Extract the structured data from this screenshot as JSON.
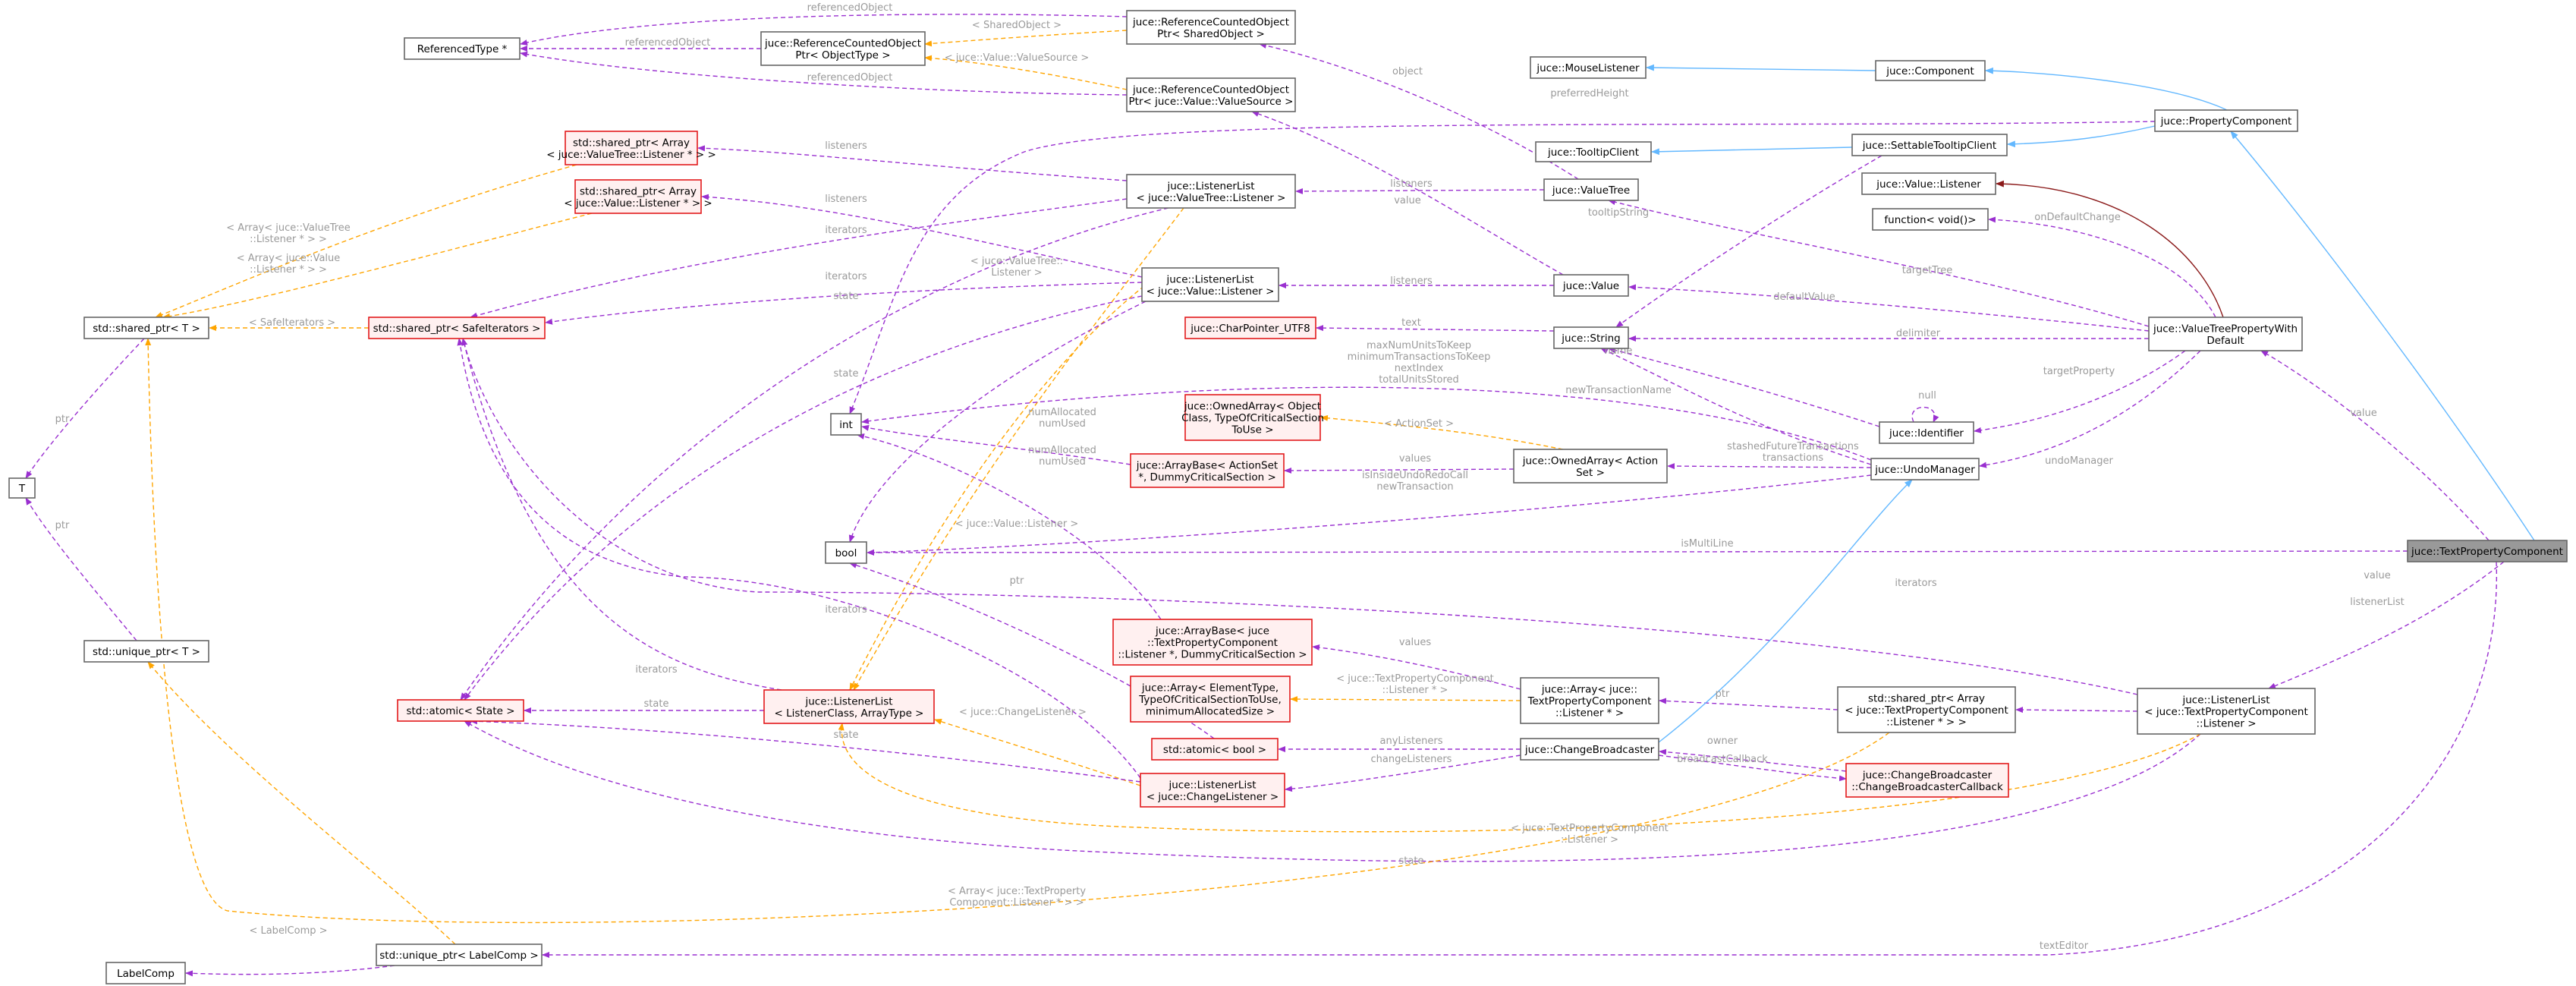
{
  "colors": {
    "member": "#9a30d0",
    "template": "#ffa500",
    "inherit": "#63b8ff",
    "private_inherit": "#8b1a1a",
    "node_border": "#666666",
    "node_error_border": "#e31a1c",
    "main_fill": "#999999"
  },
  "nodes": [
    {
      "id": "referencedtype",
      "lines": [
        "ReferencedType *"
      ]
    },
    {
      "id": "refcounted-objecttype",
      "lines": [
        "juce::ReferenceCountedObject",
        "Ptr< ObjectType >"
      ]
    },
    {
      "id": "refcounted-sharedobject",
      "lines": [
        "juce::ReferenceCountedObject",
        "Ptr< SharedObject >"
      ]
    },
    {
      "id": "refcounted-valuesource",
      "lines": [
        "juce::ReferenceCountedObject",
        "Ptr< juce::Value::ValueSource >"
      ]
    },
    {
      "id": "mouselistener",
      "lines": [
        "juce::MouseListener"
      ]
    },
    {
      "id": "component",
      "lines": [
        "juce::Component"
      ]
    },
    {
      "id": "propertycomponent",
      "lines": [
        "juce::PropertyComponent"
      ]
    },
    {
      "id": "tooltipclient",
      "lines": [
        "juce::TooltipClient"
      ]
    },
    {
      "id": "settabletooltipclient",
      "lines": [
        "juce::SettableTooltipClient"
      ]
    },
    {
      "id": "value-listener",
      "lines": [
        "juce::Value::Listener"
      ]
    },
    {
      "id": "function-void",
      "lines": [
        "function< void()>"
      ]
    },
    {
      "id": "sharedptr-valuetree-listener",
      "lines": [
        "std::shared_ptr< Array",
        "< juce::ValueTree::Listener * > >"
      ],
      "red": true
    },
    {
      "id": "sharedptr-value-listener",
      "lines": [
        "std::shared_ptr< Array",
        "< juce::Value::Listener * > >"
      ],
      "red": true
    },
    {
      "id": "listenerlist-valuetree",
      "lines": [
        "juce::ListenerList",
        "< juce::ValueTree::Listener >"
      ]
    },
    {
      "id": "valuetree",
      "lines": [
        "juce::ValueTree"
      ]
    },
    {
      "id": "listenerlist-value",
      "lines": [
        "juce::ListenerList",
        "< juce::Value::Listener >"
      ]
    },
    {
      "id": "value",
      "lines": [
        "juce::Value"
      ]
    },
    {
      "id": "sharedptr-t",
      "lines": [
        "std::shared_ptr< T >"
      ]
    },
    {
      "id": "sharedptr-safeiterators",
      "lines": [
        "std::shared_ptr< SafeIterators >"
      ],
      "red": true
    },
    {
      "id": "charpointer-utf8",
      "lines": [
        "juce::CharPointer_UTF8"
      ],
      "red": true
    },
    {
      "id": "string",
      "lines": [
        "juce::String"
      ]
    },
    {
      "id": "valuetreepropertywithdefault",
      "lines": [
        "juce::ValueTreePropertyWith",
        "Default"
      ]
    },
    {
      "id": "t",
      "lines": [
        "T"
      ]
    },
    {
      "id": "int",
      "lines": [
        "int"
      ]
    },
    {
      "id": "ownedarray-object",
      "lines": [
        "juce::OwnedArray< Object",
        "Class, TypeOfCriticalSection",
        "ToUse >"
      ],
      "red": true
    },
    {
      "id": "identifier",
      "lines": [
        "juce::Identifier"
      ]
    },
    {
      "id": "arraybase-actionset",
      "lines": [
        "juce::ArrayBase< ActionSet",
        "*, DummyCriticalSection >"
      ],
      "red": true
    },
    {
      "id": "ownedarray-actionset",
      "lines": [
        "juce::OwnedArray< Action",
        "Set >"
      ]
    },
    {
      "id": "undomanager",
      "lines": [
        "juce::UndoManager"
      ]
    },
    {
      "id": "bool",
      "lines": [
        "bool"
      ]
    },
    {
      "id": "textpropertycomponent",
      "lines": [
        "juce::TextPropertyComponent"
      ],
      "main": true
    },
    {
      "id": "uniqueptr-t",
      "lines": [
        "std::unique_ptr< T >"
      ]
    },
    {
      "id": "arraybase-textproperty",
      "lines": [
        "juce::ArrayBase< juce",
        "::TextPropertyComponent",
        "::Listener *, DummyCriticalSection >"
      ],
      "red": true
    },
    {
      "id": "array-elementtype",
      "lines": [
        "juce::Array< ElementType,",
        "TypeOfCriticalSectionToUse,",
        "minimumAllocatedSize >"
      ],
      "red": true
    },
    {
      "id": "array-textproperty",
      "lines": [
        "juce::Array< juce::",
        "TextPropertyComponent",
        "::Listener * >"
      ]
    },
    {
      "id": "sharedptr-array-textproperty",
      "lines": [
        "std::shared_ptr< Array",
        "< juce::TextPropertyComponent",
        "::Listener * > >"
      ]
    },
    {
      "id": "listenerlist-textproperty",
      "lines": [
        "juce::ListenerList",
        "< juce::TextPropertyComponent",
        "::Listener >"
      ]
    },
    {
      "id": "atomic-state",
      "lines": [
        "std::atomic< State >"
      ],
      "red": true
    },
    {
      "id": "listenerlist-generic",
      "lines": [
        "juce::ListenerList",
        "< ListenerClass, ArrayType >"
      ],
      "red": true
    },
    {
      "id": "atomic-bool",
      "lines": [
        "std::atomic< bool >"
      ],
      "red": true
    },
    {
      "id": "changebroadcaster",
      "lines": [
        "juce::ChangeBroadcaster"
      ]
    },
    {
      "id": "listenerlist-changelistener",
      "lines": [
        "juce::ListenerList",
        "< juce::ChangeListener >"
      ],
      "red": true
    },
    {
      "id": "changebroadcastercallback",
      "lines": [
        "juce::ChangeBroadcaster",
        "::ChangeBroadcasterCallback"
      ],
      "red": true
    },
    {
      "id": "uniqueptr-labelcomp",
      "lines": [
        "std::unique_ptr< LabelComp >"
      ]
    },
    {
      "id": "labelcomp",
      "lines": [
        "LabelComp"
      ]
    }
  ],
  "edge_labels": [
    {
      "id": "lbl-referencedobject-1",
      "text": "referencedObject"
    },
    {
      "id": "lbl-referencedobject-2",
      "text": "referencedObject"
    },
    {
      "id": "lbl-referencedobject-3",
      "text": "referencedObject"
    },
    {
      "id": "lbl-sharedobject",
      "text": "< SharedObject >"
    },
    {
      "id": "lbl-valuesource",
      "text": "< juce::Value::ValueSource >"
    },
    {
      "id": "lbl-object",
      "text": "object"
    },
    {
      "id": "lbl-preferredheight",
      "text": "preferredHeight"
    },
    {
      "id": "lbl-listeners-1",
      "text": "listeners"
    },
    {
      "id": "lbl-listeners-2",
      "text": "listeners"
    },
    {
      "id": "lbl-listeners-3",
      "text": "listeners"
    },
    {
      "id": "lbl-listeners-4",
      "text": "listeners"
    },
    {
      "id": "lbl-listeners-5",
      "text": "listeners"
    },
    {
      "id": "lbl-value-1",
      "text": "value"
    },
    {
      "id": "lbl-value-2",
      "text": "value"
    },
    {
      "id": "lbl-tooltipstring",
      "text": "tooltipString"
    },
    {
      "id": "lbl-ondefaultchange",
      "text": "onDefaultChange"
    },
    {
      "id": "lbl-array-valuetree-1",
      "text": "< Array< juce::ValueTree"
    },
    {
      "id": "lbl-array-valuetree-2",
      "text": "::Listener * > >"
    },
    {
      "id": "lbl-array-value-1",
      "text": "< Array< juce::Value"
    },
    {
      "id": "lbl-array-value-2",
      "text": "::Listener * > >"
    },
    {
      "id": "lbl-safeiterators",
      "text": "< SafeIterators >"
    },
    {
      "id": "lbl-iterators-1",
      "text": "iterators"
    },
    {
      "id": "lbl-iterators-2",
      "text": "iterators"
    },
    {
      "id": "lbl-iterators-3",
      "text": "iterators"
    },
    {
      "id": "lbl-iterators-4",
      "text": "iterators"
    },
    {
      "id": "lbl-iterators-5",
      "text": "iterators"
    },
    {
      "id": "lbl-valuetree-listener-1",
      "text": "< juce::ValueTree::"
    },
    {
      "id": "lbl-valuetree-listener-2",
      "text": "Listener >"
    },
    {
      "id": "lbl-targettree",
      "text": "targetTree"
    },
    {
      "id": "lbl-defaultvalue",
      "text": "defaultValue"
    },
    {
      "id": "lbl-state-1",
      "text": "state"
    },
    {
      "id": "lbl-state-2",
      "text": "state"
    },
    {
      "id": "lbl-state-3",
      "text": "state"
    },
    {
      "id": "lbl-state-4",
      "text": "state"
    },
    {
      "id": "lbl-state-5",
      "text": "state"
    },
    {
      "id": "lbl-text",
      "text": "text"
    },
    {
      "id": "lbl-delimiter",
      "text": "delimiter"
    },
    {
      "id": "lbl-name",
      "text": "name"
    },
    {
      "id": "lbl-targetproperty",
      "text": "targetProperty"
    },
    {
      "id": "lbl-null",
      "text": "null"
    },
    {
      "id": "lbl-maxnum-1",
      "text": "maxNumUnitsToKeep"
    },
    {
      "id": "lbl-maxnum-2",
      "text": "minimumTransactionsToKeep"
    },
    {
      "id": "lbl-maxnum-3",
      "text": "nextIndex"
    },
    {
      "id": "lbl-maxnum-4",
      "text": "totalUnitsStored"
    },
    {
      "id": "lbl-ptr-1",
      "text": "ptr"
    },
    {
      "id": "lbl-ptr-2",
      "text": "ptr"
    },
    {
      "id": "lbl-ptr-3",
      "text": "ptr"
    },
    {
      "id": "lbl-ptr-4",
      "text": "ptr"
    },
    {
      "id": "lbl-newtransactionname",
      "text": "newTransactionName"
    },
    {
      "id": "lbl-undomanager",
      "text": "undoManager"
    },
    {
      "id": "lbl-actionset",
      "text": "< ActionSet >"
    },
    {
      "id": "lbl-numallocated-1-a",
      "text": "numAllocated"
    },
    {
      "id": "lbl-numallocated-1-b",
      "text": "numUsed"
    },
    {
      "id": "lbl-numallocated-2-a",
      "text": "numAllocated"
    },
    {
      "id": "lbl-numallocated-2-b",
      "text": "numUsed"
    },
    {
      "id": "lbl-values-1",
      "text": "values"
    },
    {
      "id": "lbl-values-2",
      "text": "values"
    },
    {
      "id": "lbl-stashed-1",
      "text": "stashedFutureTransactions"
    },
    {
      "id": "lbl-stashed-2",
      "text": "transactions"
    },
    {
      "id": "lbl-isinsideundo-1",
      "text": "isInsideUndoRedoCall"
    },
    {
      "id": "lbl-isinsideundo-2",
      "text": "newTransaction"
    },
    {
      "id": "lbl-value-listener",
      "text": "< juce::Value::Listener >"
    },
    {
      "id": "lbl-ismultiline",
      "text": "isMultiLine"
    },
    {
      "id": "lbl-value-3",
      "text": "value"
    },
    {
      "id": "lbl-listenerlist",
      "text": "listenerList"
    },
    {
      "id": "lbl-textproperty-listener-1",
      "text": "< juce::TextPropertyComponent"
    },
    {
      "id": "lbl-textproperty-listener-2",
      "text": "::Listener * >"
    },
    {
      "id": "lbl-changelistener",
      "text": "< juce::ChangeListener >"
    },
    {
      "id": "lbl-anylisteners",
      "text": "anyListeners"
    },
    {
      "id": "lbl-changelisteners",
      "text": "changeListeners"
    },
    {
      "id": "lbl-owner",
      "text": "owner"
    },
    {
      "id": "lbl-broadcastcallback",
      "text": "broadcastCallback"
    },
    {
      "id": "lbl-textproperty-listener-3",
      "text": "< juce::TextPropertyComponent"
    },
    {
      "id": "lbl-textproperty-listener-4",
      "text": "::Listener >"
    },
    {
      "id": "lbl-array-textproperty-1",
      "text": "< Array< juce::TextProperty"
    },
    {
      "id": "lbl-array-textproperty-2",
      "text": "Component::Listener * > >"
    },
    {
      "id": "lbl-labelcomp",
      "text": "< LabelComp >"
    },
    {
      "id": "lbl-texteditor",
      "text": "textEditor"
    }
  ]
}
